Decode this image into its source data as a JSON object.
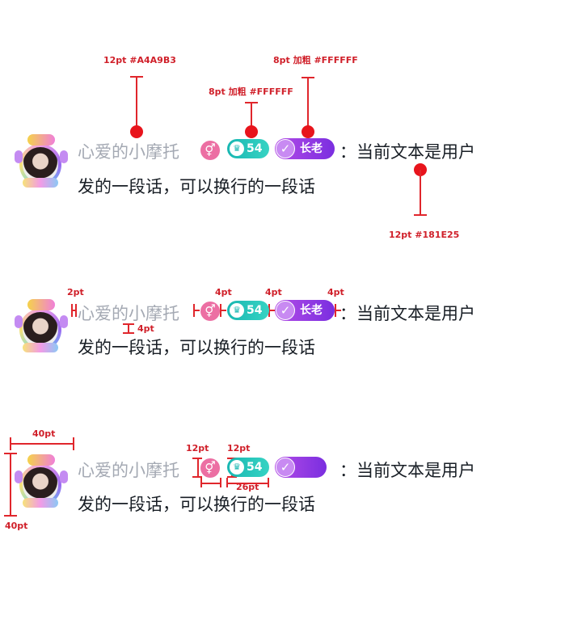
{
  "colors": {
    "nickname": "#A4A9B3",
    "message": "#181E25",
    "annotation": "#D0202A",
    "badge_text": "#FFFFFF"
  },
  "annotations": {
    "nick_spec": "12pt  #A4A9B3",
    "level_spec": "8pt 加粗  #FFFFFF",
    "elder_spec": "8pt 加粗  #FFFFFF",
    "message_spec": "12pt  #181E25",
    "gap_2pt": "2pt",
    "gap_4pt_a": "4pt",
    "gap_4pt_b": "4pt",
    "gap_4pt_c": "4pt",
    "line_gap": "4pt",
    "avatar_w": "40pt",
    "avatar_h": "40pt",
    "gender_size": "12pt",
    "level_h": "12pt",
    "level_w": "26pt"
  },
  "comment": {
    "nickname": "心爱的小摩托",
    "gender_symbol": "⚥",
    "level": "54",
    "elder_label": "长老",
    "message_line1": "：当前文本是用户",
    "message_line2": "发的一段话，可以换行的一段话"
  }
}
